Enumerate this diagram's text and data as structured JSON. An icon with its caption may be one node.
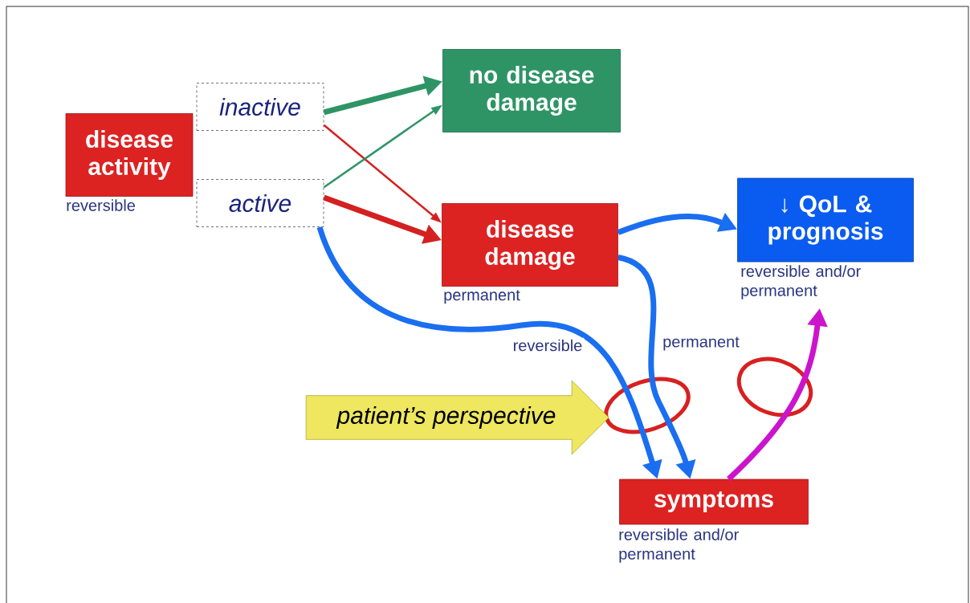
{
  "diagram": {
    "nodes": [
      {
        "text": [
          "disease activity"
        ],
        "beside": [
          "reversible"
        ]
      },
      {
        "text": [
          "inactive"
        ]
      },
      {
        "text": [
          "active"
        ]
      },
      {
        "text": [
          "no disease damage"
        ]
      },
      {
        "text": [
          "disease damage"
        ],
        "beside": [
          "permanent"
        ]
      },
      {
        "text": [
          "↓ QoL & prognosis"
        ],
        "beside": [
          "reversible and/or permanent"
        ]
      },
      {
        "text": [
          "symptoms"
        ],
        "beside": [
          "reversible and/or permanent"
        ]
      },
      {
        "text": [
          "patient’s perspective"
        ]
      }
    ],
    "edges": [
      {
        "from": 1,
        "to": 3,
        "arrow": "to",
        "color": "#2e9466"
      },
      {
        "from": 1,
        "to": 4,
        "arrow": "to",
        "color": "#d42020"
      },
      {
        "from": 2,
        "to": 3,
        "arrow": "to",
        "color": "#2e9466"
      },
      {
        "from": 2,
        "to": 4,
        "arrow": "to",
        "color": "#d42020"
      },
      {
        "from": 2,
        "to": 6,
        "arrow": "to",
        "label": "reversible"
      },
      {
        "from": 4,
        "to": 5,
        "arrow": "to"
      },
      {
        "from": 4,
        "to": 6,
        "arrow": "to",
        "label": "permanent"
      },
      {
        "from": 6,
        "to": 5,
        "arrow": "to",
        "color": "#cc14cc"
      }
    ]
  }
}
